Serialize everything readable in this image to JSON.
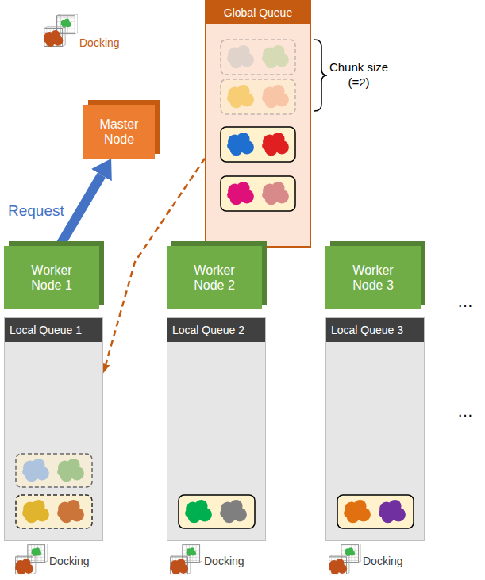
{
  "diagram": {
    "nodes": [
      {
        "text": [
          "Global Queue"
        ]
      },
      {
        "text": [
          "Master Node"
        ]
      },
      {
        "text": [
          "Worker Node 1"
        ]
      },
      {
        "text": [
          "Worker Node 2"
        ]
      },
      {
        "text": [
          "Worker Node 3"
        ]
      },
      {
        "text": [
          "Local Queue 1"
        ]
      },
      {
        "text": [
          "Local Queue 2"
        ]
      },
      {
        "text": [
          "Local Queue 3"
        ]
      }
    ],
    "edges": [
      {
        "from": 2,
        "to": 1,
        "arrow": "to",
        "label": "Request"
      },
      {
        "from": 0,
        "to": 5,
        "arrow": "to"
      }
    ],
    "labels": [
      "Docking",
      "Chunk size (=2)",
      "…",
      "…",
      "Docking",
      "Docking",
      "Docking"
    ]
  }
}
